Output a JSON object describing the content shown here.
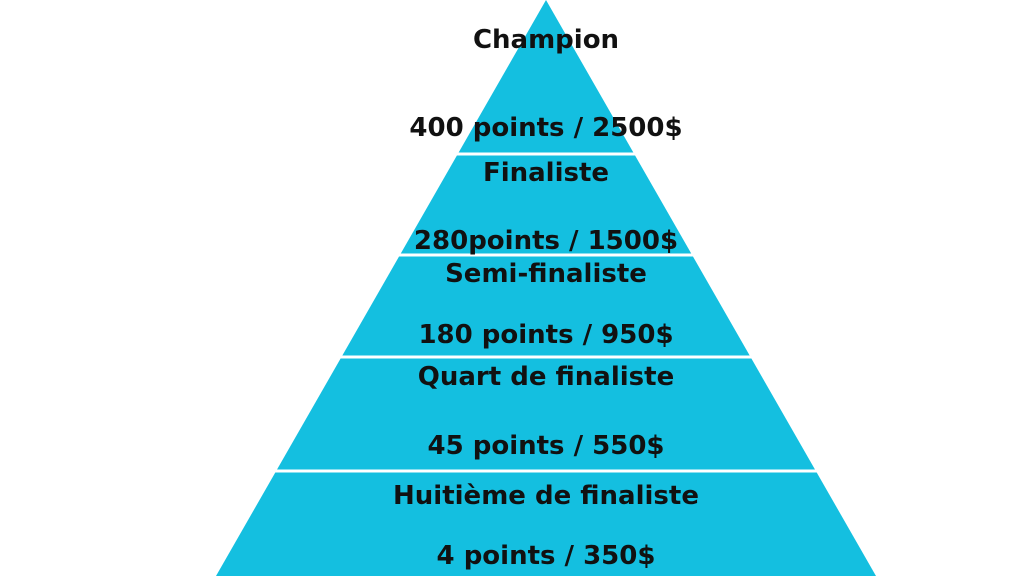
{
  "colors": {
    "fill": "#14bfe0",
    "divider": "#ffffff",
    "text": "#111111"
  },
  "tiers": [
    {
      "title": "Champion",
      "prize": "400 points / 2500$"
    },
    {
      "title": "Finaliste",
      "prize": "280points / 1500$"
    },
    {
      "title": "Semi-finaliste",
      "prize": "180 points / 950$"
    },
    {
      "title": "Quart de finaliste",
      "prize": "45 points / 550$"
    },
    {
      "title": "Huitième de finaliste",
      "prize": "4 points / 350$"
    }
  ]
}
